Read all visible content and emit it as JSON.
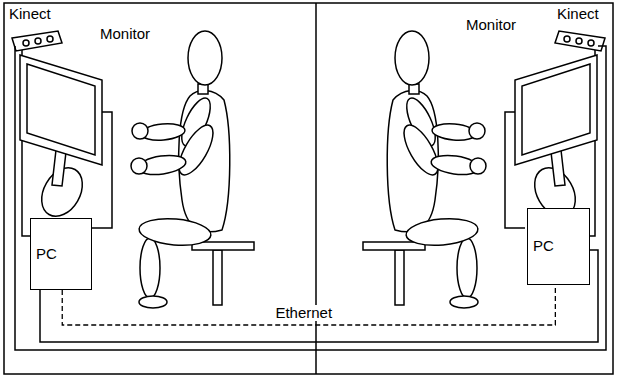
{
  "diagram": {
    "nodes": [
      {
        "text": [
          "PC"
        ]
      },
      {
        "text": [
          "PC"
        ]
      }
    ],
    "edges": [
      {
        "from": 0,
        "to": 1,
        "arrow": "none",
        "label": "Ethernet"
      }
    ],
    "labels": [
      "Kinect",
      "Monitor",
      "Monitor",
      "Kinect"
    ]
  }
}
